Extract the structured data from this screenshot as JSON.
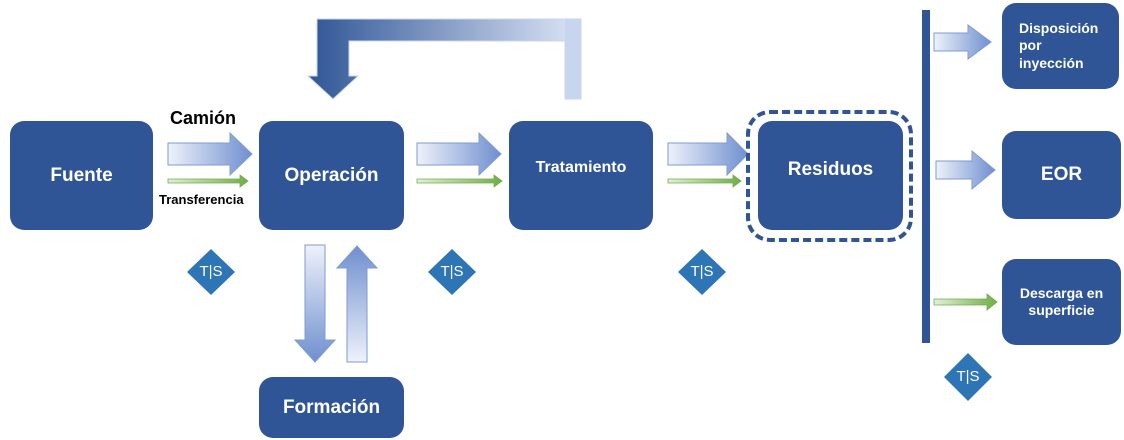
{
  "nodes": {
    "fuente": "Fuente",
    "operacion": "Operación",
    "tratamiento": "Tratamiento",
    "residuos": "Residuos",
    "formacion": "Formación",
    "disposicion": "Disposición por inyección",
    "eor": "EOR",
    "descarga": "Descarga en superficie"
  },
  "labels": {
    "camion": "Camión",
    "transferencia": "Transferencia"
  },
  "ts_marker": "T|S",
  "colors": {
    "node_fill": "#2f5596",
    "blue_arrow_light": "#e6ecf7",
    "blue_arrow_dark": "#6f8fcf",
    "green_arrow": "#70ad47",
    "ts_fill": "#2e75b6"
  }
}
